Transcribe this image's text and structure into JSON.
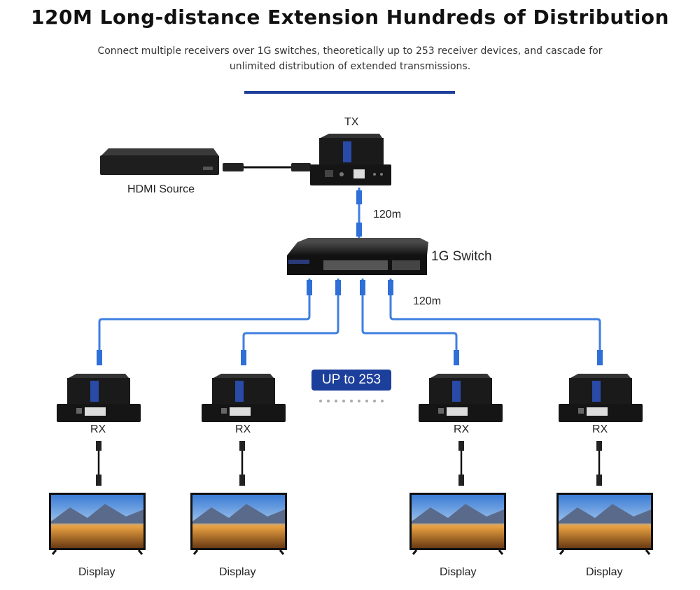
{
  "header": {
    "title": "120M Long-distance Extension Hundreds of Distribution",
    "subtitle_line1": "Connect multiple receivers over 1G switches, theoretically up to 253 receiver devices, and cascade for",
    "subtitle_line2": "unlimited distribution of extended transmissions."
  },
  "diagram": {
    "tx_label": "TX",
    "source_label": "HDMI Source",
    "switch_label": "1G Switch",
    "distance_top": "120m",
    "distance_bottom": "120m",
    "badge": "UP to 253",
    "receivers": [
      {
        "rx_label": "RX",
        "display_label": "Display"
      },
      {
        "rx_label": "RX",
        "display_label": "Display"
      },
      {
        "rx_label": "RX",
        "display_label": "Display"
      },
      {
        "rx_label": "RX",
        "display_label": "Display"
      }
    ]
  },
  "colors": {
    "accent": "#1d3f9c",
    "cable": "#3f7fe0",
    "device": "#1b1b1b"
  }
}
